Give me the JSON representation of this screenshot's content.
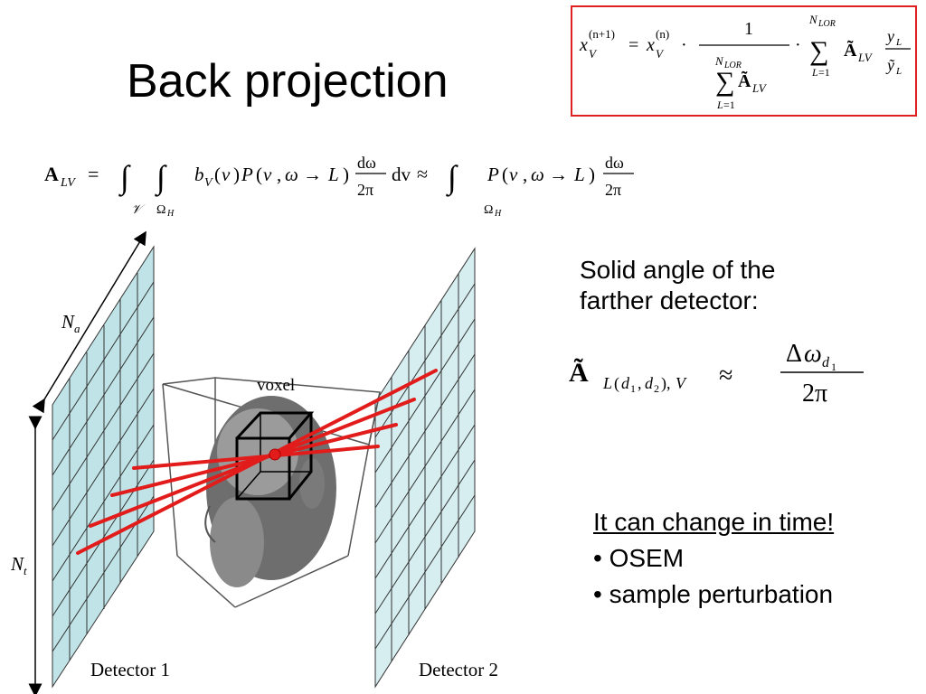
{
  "slide": {
    "title": "Back projection"
  },
  "solid_angle_text": {
    "line1": "Solid angle of the",
    "line2": "farther detector:"
  },
  "change": {
    "heading": "It can change in time!",
    "bullets": [
      "• OSEM",
      "• sample perturbation"
    ]
  },
  "diagram": {
    "voxel_label": "voxel",
    "detector1_label": "Detector 1",
    "detector2_label": "Detector 2",
    "axis_a_label": "N",
    "axis_a_sub": "a",
    "axis_t_label": "N",
    "axis_t_sub": "t"
  },
  "colors": {
    "highlight_box": "#e02020",
    "ray": "#e21b1b",
    "detector_fill": "#bfe3e6",
    "detector2_fill": "#d6eef0"
  }
}
